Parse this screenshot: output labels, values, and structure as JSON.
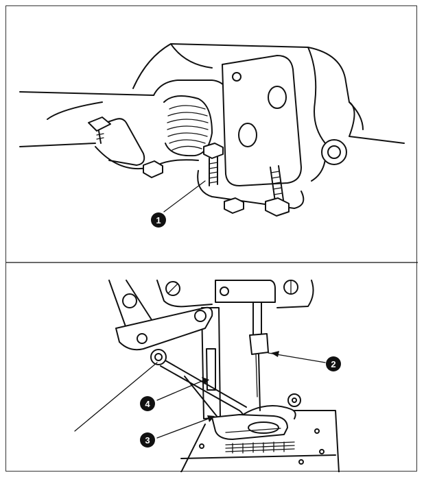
{
  "callouts": [
    {
      "id": "1",
      "label": "1"
    },
    {
      "id": "2",
      "label": "2"
    },
    {
      "id": "3",
      "label": "3"
    },
    {
      "id": "4",
      "label": "4"
    }
  ],
  "colors": {
    "line": "#111111",
    "background": "#ffffff",
    "callout_fill": "#111111",
    "callout_text": "#ffffff"
  }
}
